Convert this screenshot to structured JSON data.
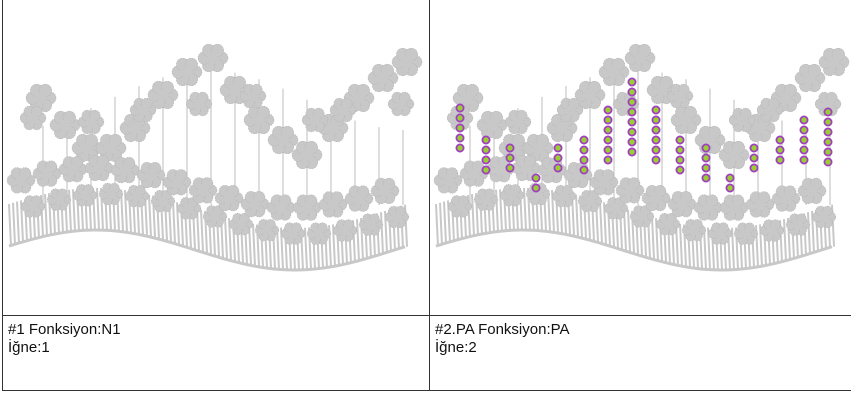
{
  "panels": [
    {
      "id": "1",
      "function_line": "#1 Fonksiyon:N1",
      "needle_line": "İğne:1",
      "design_color": "#c8c8c8",
      "has_markers": false
    },
    {
      "id": "2",
      "function_line": "#2.PA Fonksiyon:PA",
      "needle_line": "İğne:2",
      "design_color": "#c8c8c8",
      "has_markers": true,
      "marker_outer_color": "#a040c0",
      "marker_inner_color": "#9acd32"
    }
  ]
}
